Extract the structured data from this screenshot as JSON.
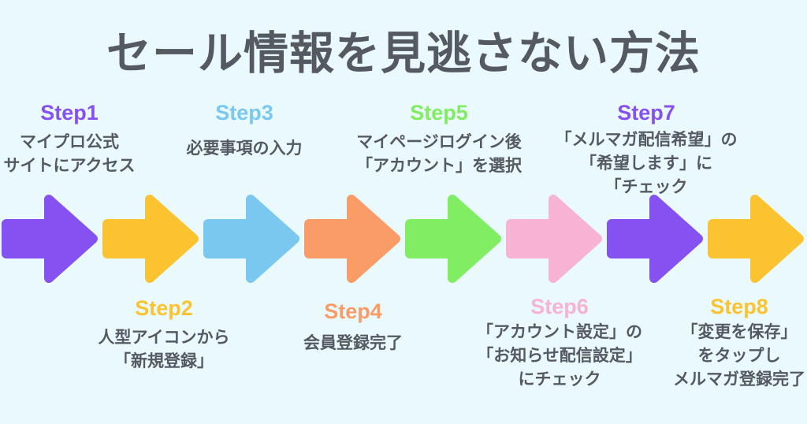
{
  "title": "セール情報を見逃さない方法",
  "colors": {
    "background": "#EAF9FB",
    "title_text": "#555A61",
    "body_text": "#555A61",
    "purple": "#8551F1",
    "yellow": "#FCC330",
    "blue": "#7AC7EF",
    "orange": "#F99C68",
    "green": "#80ED63",
    "pink": "#F6B3D2"
  },
  "steps": [
    {
      "label": "Step1",
      "color": "#8551F1",
      "position": "top",
      "lines": [
        "マイプロ公式",
        "サイトにアクセス"
      ]
    },
    {
      "label": "Step2",
      "color": "#FCC330",
      "position": "bottom",
      "lines": [
        "人型アイコンから",
        "「新規登録」"
      ]
    },
    {
      "label": "Step3",
      "color": "#7AC7EF",
      "position": "top",
      "lines": [
        "必要事項の入力"
      ]
    },
    {
      "label": "Step4",
      "color": "#F99C68",
      "position": "bottom",
      "lines": [
        "会員登録完了"
      ]
    },
    {
      "label": "Step5",
      "color": "#80ED63",
      "position": "top",
      "lines": [
        "マイページログイン後",
        "「アカウント」を選択"
      ]
    },
    {
      "label": "Step6",
      "color": "#F6B3D2",
      "position": "bottom",
      "lines": [
        "「アカウント設定」の",
        "「お知らせ配信設定」",
        "にチェック"
      ]
    },
    {
      "label": "Step7",
      "color": "#8551F1",
      "position": "top",
      "lines": [
        "「メルマガ配信希望」の",
        "「希望します」に",
        "「チェック"
      ]
    },
    {
      "label": "Step8",
      "color": "#FCC330",
      "position": "bottom",
      "lines": [
        "「変更を保存」",
        "をタップし",
        "メルマガ登録完了"
      ]
    }
  ]
}
